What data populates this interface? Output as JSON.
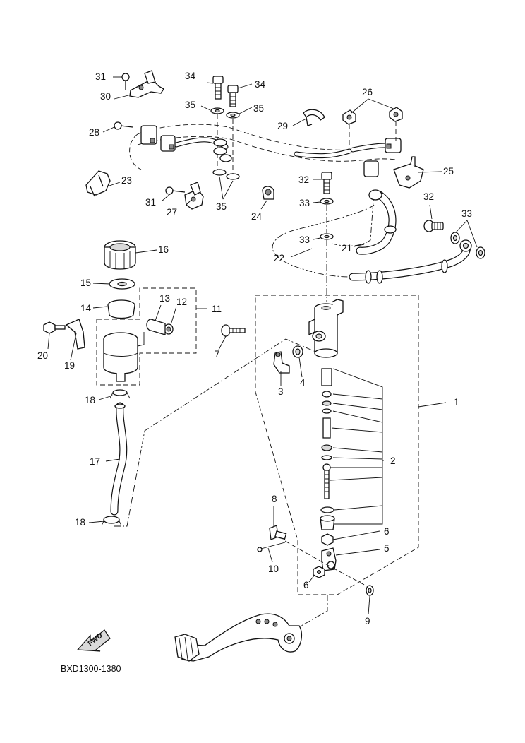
{
  "diagram": {
    "code": "BXD1300-1380",
    "fwd_badge": "FWD",
    "callouts": {
      "c1": "1",
      "c2": "2",
      "c3": "3",
      "c4": "4",
      "c5": "5",
      "c6a": "6",
      "c6b": "6",
      "c7": "7",
      "c8": "8",
      "c9": "9",
      "c10": "10",
      "c11": "11",
      "c12": "12",
      "c13": "13",
      "c14": "14",
      "c15": "15",
      "c16": "16",
      "c17": "17",
      "c18a": "18",
      "c18b": "18",
      "c19": "19",
      "c20": "20",
      "c21": "21",
      "c22": "22",
      "c23": "23",
      "c24": "24",
      "c25": "25",
      "c26": "26",
      "c27": "27",
      "c28": "28",
      "c29": "29",
      "c30": "30",
      "c31a": "31",
      "c31b": "31",
      "c32a": "32",
      "c32b": "32",
      "c33a": "33",
      "c33b": "33",
      "c33c": "33",
      "c34a": "34",
      "c34b": "34",
      "c35a": "35",
      "c35b": "35",
      "c35c": "35"
    }
  }
}
